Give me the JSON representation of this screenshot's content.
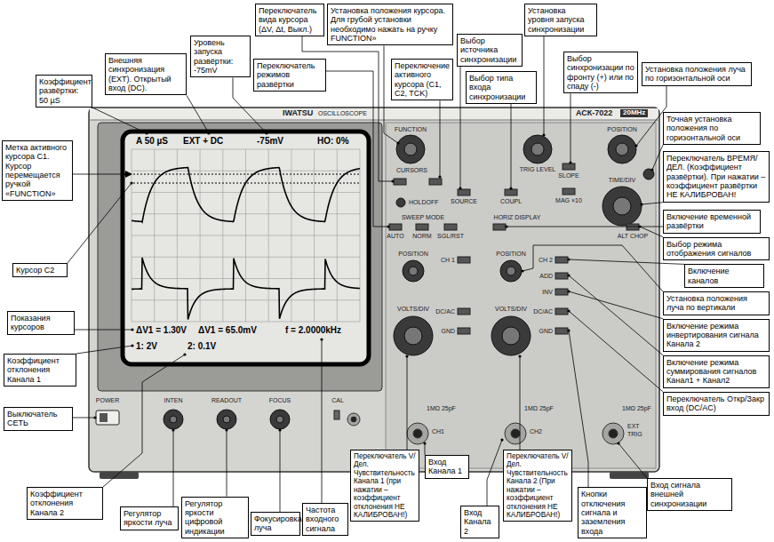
{
  "diagram": {
    "nodes": [
      {
        "text": [
          "Коэффициент развёртки: 50 µS"
        ]
      },
      {
        "text": [
          "Внешняя синхронизация (EXT). Открытый вход (DC)."
        ]
      },
      {
        "text": [
          "Уровень запуска развёртки: -75mV"
        ]
      },
      {
        "text": [
          "Переключатель режимов развёртки"
        ]
      },
      {
        "text": [
          "Переключатель вида курсора (ΔV, Δt, Выкл.)"
        ]
      },
      {
        "text": [
          "Установка положения курсора. Для грубой установки необходимо нажать на ручку FUNCTION»"
        ]
      },
      {
        "text": [
          "Переключение активного курсора (C1, C2, TCK)"
        ]
      },
      {
        "text": [
          "Выбор источника синхронизации"
        ]
      },
      {
        "text": [
          "Выбор типа входа синхронизации"
        ]
      },
      {
        "text": [
          "Установка уровня запуска синхронизации"
        ]
      },
      {
        "text": [
          "Выбор синхронизации по фронту (+) или по спаду (-)"
        ]
      },
      {
        "text": [
          "Установка положения луча по горизонтальной оси"
        ]
      },
      {
        "text": [
          "Точная установка положения по горизонтальной оси"
        ]
      },
      {
        "text": [
          "Переключатель ВРЕМЯ/ДЕЛ. (Коэффициент развёртки). При нажатии – коэффициент развёртки НЕ КАЛИБРОВАН!"
        ]
      },
      {
        "text": [
          "Включение временной развёртки"
        ]
      },
      {
        "text": [
          "Выбор режима отображения сигналов"
        ]
      },
      {
        "text": [
          "Включение каналов"
        ]
      },
      {
        "text": [
          "Установка положения луча по вертикали"
        ]
      },
      {
        "text": [
          "Включение режима инвертирования сигнала Канала 2"
        ]
      },
      {
        "text": [
          "Включение режима суммирования сигналов Канал1 + Канал2"
        ]
      },
      {
        "text": [
          "Переключатель Откр/Закр вход (DC/AC)"
        ]
      },
      {
        "text": [
          "Вход сигнала внешней синхронизации"
        ]
      },
      {
        "text": [
          "Кнопки отключения сигнала и заземления входа"
        ]
      },
      {
        "text": [
          "Метка активного курсора С1. Курсор перемещается ручкой «FUNCTION»"
        ]
      },
      {
        "text": [
          "Курсор С2"
        ]
      },
      {
        "text": [
          "Показания курсоров"
        ]
      },
      {
        "text": [
          "Коэффициент отклонения Канала 1"
        ]
      },
      {
        "text": [
          "Выключатель СЕТЬ"
        ]
      },
      {
        "text": [
          "Коэффициент отклонения Канала 2"
        ]
      },
      {
        "text": [
          "Регулятор яркости луча"
        ]
      },
      {
        "text": [
          "Регулятор яркости цифровой индикации"
        ]
      },
      {
        "text": [
          "Фокусировка луча"
        ]
      },
      {
        "text": [
          "Частота входного сигнала"
        ]
      },
      {
        "text": [
          "Переключатель V/Дел. Чувствительность Канала 1 (при нажатии – коэффициент отклонения НЕ КАЛИБРОВАН!)"
        ]
      },
      {
        "text": [
          "Вход Канала 1"
        ]
      },
      {
        "text": [
          "Вход Канала 2"
        ]
      },
      {
        "text": [
          "Переключатель V/Дел. Чувствительность Канала 2 (При нажатии – коэффициент отклонения НЕ КАЛИБРОВАН!)"
        ]
      }
    ],
    "labels": [
      "A 50 µS",
      "EXT + DC",
      "-75mV",
      "HO: 0%",
      "ΔV1 = 1.30V",
      "ΔV1 = 65.0mV",
      "f = 2.0000kHz",
      "1: 2V",
      "2: 0.1V",
      "IWATSU",
      "OSCILLOSCOPE",
      "АСК-7022",
      "20MHz",
      "FUNCTION",
      "TRIG LEVEL",
      "POSITION",
      "CURSORS",
      "HOLDOFF",
      "SOURCE",
      "COUPL",
      "SLOPE",
      "MAG ×10",
      "TIME/DIV",
      "SWEEP MODE",
      "AUTO",
      "NORM",
      "SGL/RST",
      "HORIZ DISPLAY",
      "ALT CHOP",
      "POSITION",
      "POSITION",
      "CH 1",
      "CH 2",
      "ADD",
      "INV",
      "VOLTS/DIV",
      "VOLTS/DIV",
      "DC/AC",
      "DC/AC",
      "GND",
      "GND",
      "1MΩ 25pF",
      "1MΩ 25pF",
      "1MΩ 25pF",
      "CH1",
      "CH2",
      "EXT",
      "TRIG",
      "POWER",
      "INTEN",
      "READOUT",
      "FOCUS",
      "CAL"
    ]
  }
}
